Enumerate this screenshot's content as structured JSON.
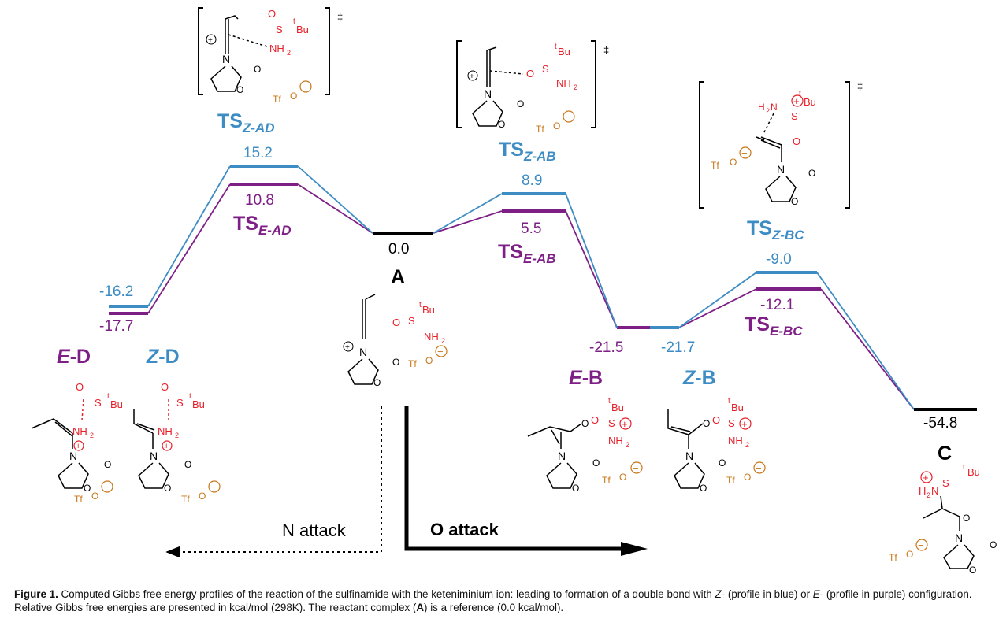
{
  "colors": {
    "blue": "#3d8cc4",
    "purple": "#7e1f86",
    "black": "#000000",
    "red": "#e8202a",
    "orange": "#c8771a"
  },
  "energy_values": {
    "ts_z_ad": "15.2",
    "ts_e_ad": "10.8",
    "z_d": "-16.2",
    "e_d": "-17.7",
    "a": "0.0",
    "ts_z_ab": "8.9",
    "ts_e_ab": "5.5",
    "e_b": "-21.5",
    "z_b": "-21.7",
    "ts_z_bc": "-9.0",
    "ts_e_bc": "-12.1",
    "c": "-54.8"
  },
  "labels": {
    "ts_main": "TS",
    "sub_z_ad": "Z-AD",
    "sub_e_ad": "E-AD",
    "sub_z_ab": "Z-AB",
    "sub_e_ab": "E-AB",
    "sub_z_bc": "Z-BC",
    "sub_e_bc": "E-BC",
    "e_letter": "E",
    "z_letter": "Z",
    "d_suffix": "-D",
    "b_suffix": "-B",
    "a": "A",
    "c": "C",
    "n_attack": "N attack",
    "o_attack": "O attack",
    "dagger": "‡"
  },
  "chem": {
    "tbu": "Bu",
    "t_sup": "t",
    "s": "S",
    "o": "O",
    "n": "N",
    "nh2": "NH",
    "h2n": "H",
    "two": "2",
    "tf": "Tf",
    "minus": "−",
    "plus": "+"
  },
  "caption": {
    "lead": "Figure 1.",
    "p1": " Computed Gibbs free energy profiles of the reaction of the sulfinamide with the keteniminium ion: leading to formation of a double bond with ",
    "z": "Z",
    "p2": "- (profile in blue) or ",
    "e": "E",
    "p3": "- (profile in purple) configuration. Relative Gibbs free energies are presented in kcal/mol (298K). The reactant complex (",
    "a": "A",
    "p4": ") is a reference (0.0 kcal/mol)."
  }
}
